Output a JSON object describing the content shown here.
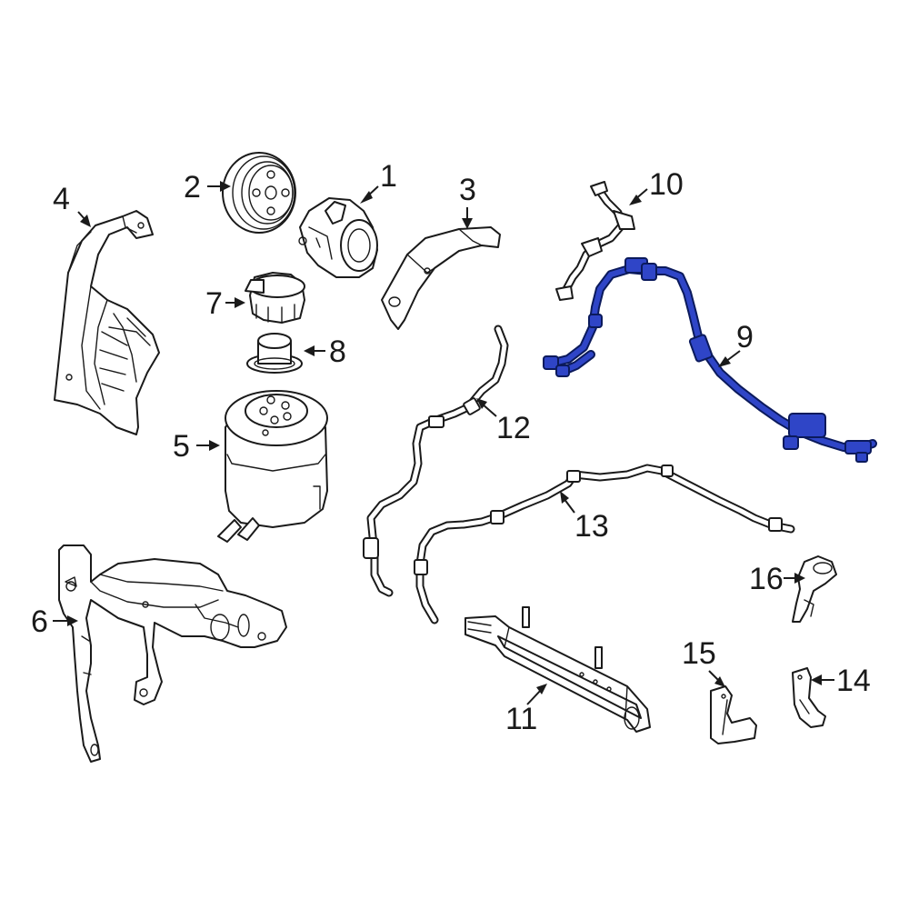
{
  "diagram": {
    "highlight_color": "#2f45c7",
    "line_color": "#1a1a1a",
    "background_color": "#ffffff",
    "callouts": [
      {
        "id": "c1",
        "label": "1"
      },
      {
        "id": "c2",
        "label": "2"
      },
      {
        "id": "c3",
        "label": "3"
      },
      {
        "id": "c4",
        "label": "4"
      },
      {
        "id": "c5",
        "label": "5"
      },
      {
        "id": "c6",
        "label": "6"
      },
      {
        "id": "c7",
        "label": "7"
      },
      {
        "id": "c8",
        "label": "8"
      },
      {
        "id": "c9",
        "label": "9"
      },
      {
        "id": "c10",
        "label": "10"
      },
      {
        "id": "c11",
        "label": "11"
      },
      {
        "id": "c12",
        "label": "12"
      },
      {
        "id": "c13",
        "label": "13"
      },
      {
        "id": "c14",
        "label": "14"
      },
      {
        "id": "c15",
        "label": "15"
      },
      {
        "id": "c16",
        "label": "16"
      }
    ],
    "highlighted_part": "9"
  }
}
